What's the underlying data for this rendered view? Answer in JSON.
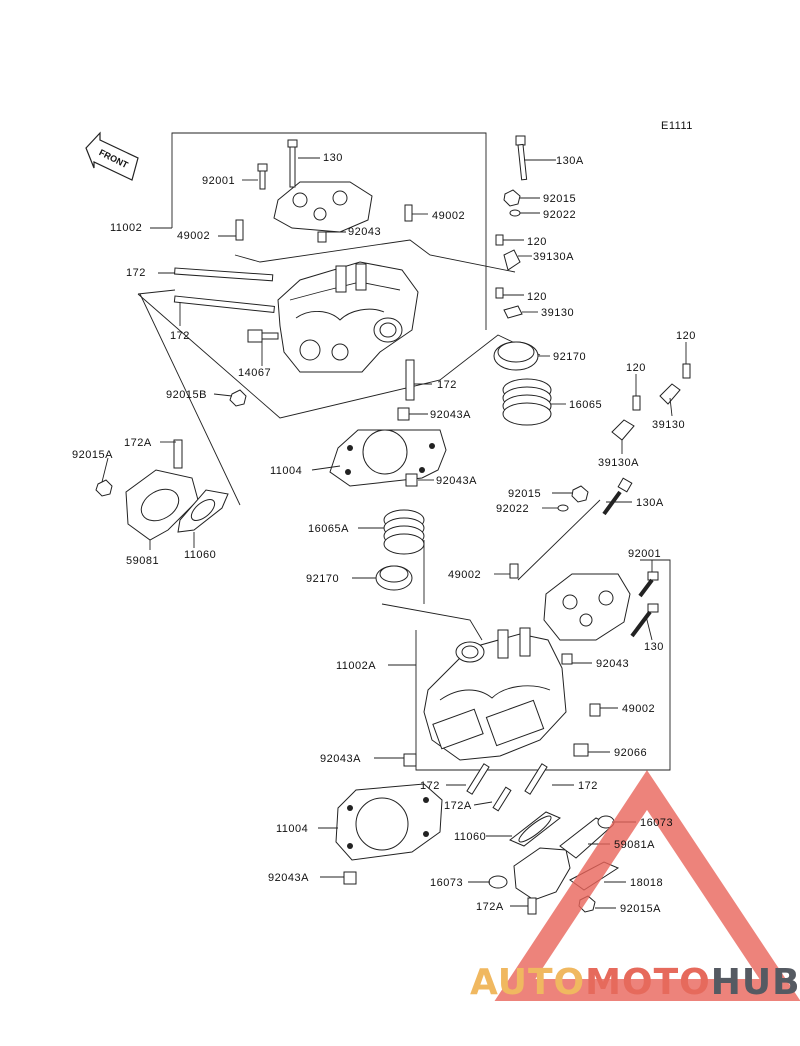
{
  "diagram_id": "E1111",
  "front_label": "FRONT",
  "labels": [
    {
      "id": "l130",
      "text": "130"
    },
    {
      "id": "l92001",
      "text": "92001"
    },
    {
      "id": "l11002",
      "text": "11002"
    },
    {
      "id": "l49002a",
      "text": "49002"
    },
    {
      "id": "l92043",
      "text": "92043"
    },
    {
      "id": "l49002b",
      "text": "49002"
    },
    {
      "id": "l172a",
      "text": "172"
    },
    {
      "id": "l172b",
      "text": "172"
    },
    {
      "id": "l14067",
      "text": "14067"
    },
    {
      "id": "l172c",
      "text": "172"
    },
    {
      "id": "l92015B",
      "text": "92015B"
    },
    {
      "id": "l92043Aa",
      "text": "92043A"
    },
    {
      "id": "l172A1",
      "text": "172A"
    },
    {
      "id": "l92015A1",
      "text": "92015A"
    },
    {
      "id": "l11004a",
      "text": "11004"
    },
    {
      "id": "l92043Ab",
      "text": "92043A"
    },
    {
      "id": "l59081",
      "text": "59081"
    },
    {
      "id": "l11060a",
      "text": "11060"
    },
    {
      "id": "l130A1",
      "text": "130A"
    },
    {
      "id": "l92015a",
      "text": "92015"
    },
    {
      "id": "l92022a",
      "text": "92022"
    },
    {
      "id": "l120a",
      "text": "120"
    },
    {
      "id": "l39130A1",
      "text": "39130A"
    },
    {
      "id": "l120b",
      "text": "120"
    },
    {
      "id": "l39130a",
      "text": "39130"
    },
    {
      "id": "l92170a",
      "text": "92170"
    },
    {
      "id": "l16065",
      "text": "16065"
    },
    {
      "id": "l120c",
      "text": "120"
    },
    {
      "id": "l120d",
      "text": "120"
    },
    {
      "id": "l39130b",
      "text": "39130"
    },
    {
      "id": "l39130A2",
      "text": "39130A"
    },
    {
      "id": "l92015b",
      "text": "92015"
    },
    {
      "id": "l92022b",
      "text": "92022"
    },
    {
      "id": "l130A2",
      "text": "130A"
    },
    {
      "id": "l16065A",
      "text": "16065A"
    },
    {
      "id": "l92170b",
      "text": "92170"
    },
    {
      "id": "l49002c",
      "text": "49002"
    },
    {
      "id": "l92001b",
      "text": "92001"
    },
    {
      "id": "l130b",
      "text": "130"
    },
    {
      "id": "l11002A",
      "text": "11002A"
    },
    {
      "id": "l92043b",
      "text": "92043"
    },
    {
      "id": "l49002d",
      "text": "49002"
    },
    {
      "id": "l92043Ac",
      "text": "92043A"
    },
    {
      "id": "l92066",
      "text": "92066"
    },
    {
      "id": "l172d",
      "text": "172"
    },
    {
      "id": "l172e",
      "text": "172"
    },
    {
      "id": "l172A2",
      "text": "172A"
    },
    {
      "id": "l11060b",
      "text": "11060"
    },
    {
      "id": "l16073a",
      "text": "16073"
    },
    {
      "id": "l59081A",
      "text": "59081A"
    },
    {
      "id": "l11004b",
      "text": "11004"
    },
    {
      "id": "l16073b",
      "text": "16073"
    },
    {
      "id": "l18018",
      "text": "18018"
    },
    {
      "id": "l92043Ad",
      "text": "92043A"
    },
    {
      "id": "l172A3",
      "text": "172A"
    },
    {
      "id": "l92015A2",
      "text": "92015A"
    }
  ],
  "watermark": {
    "part1": "AUTO",
    "part2": "MOTO",
    "part3": "HUB",
    "colors": {
      "auto": "#f0b860",
      "moto": "#e66a5c",
      "hub": "#555a62",
      "triangle": "#e8645a"
    }
  }
}
